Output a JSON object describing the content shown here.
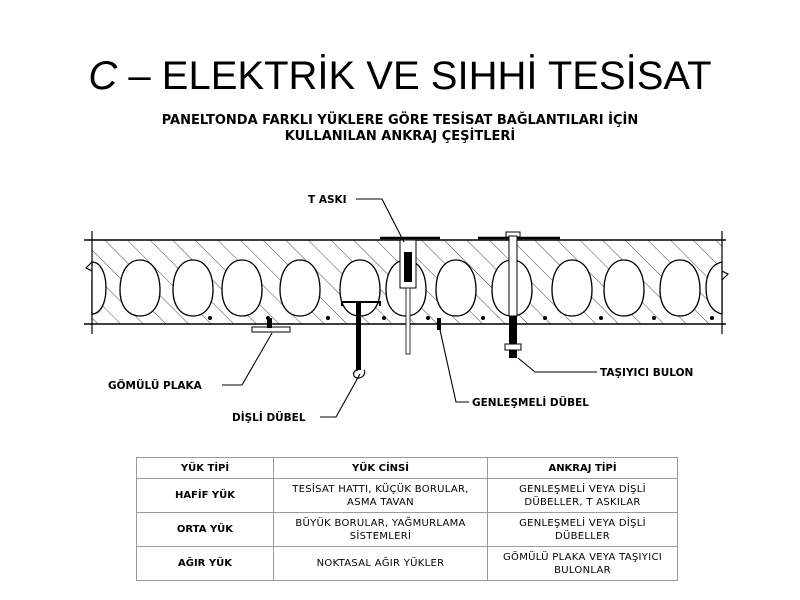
{
  "title": {
    "letter": "C",
    "rest": " – ELEKTRİK VE SIHHİ TESİSAT"
  },
  "subtitle": {
    "line1": "PANELTONDA FARKLI YÜKLERE GÖRE TESİSAT BAĞLANTILARI İÇİN",
    "line2": "KULLANILAN ANKRAJ ÇEŞİTLERİ"
  },
  "labels": {
    "t_aski": "T ASKI",
    "tasiyici_bulon": "TAŞIYICI BULON",
    "gomulu_plaka": "GÖMÜLÜ PLAKA",
    "genlesmeli_dubel": "GENLEŞMELİ DÜBEL",
    "disli_dubel": "DİŞLİ DÜBEL"
  },
  "table": {
    "headers": [
      "YÜK TİPİ",
      "YÜK CİNSİ",
      "ANKRAJ TİPİ"
    ],
    "rows": [
      [
        "HAFİF YÜK",
        "TESİSAT HATTI, KÜÇÜK BORULAR, ASMA TAVAN",
        "GENLEŞMELİ VEYA DİŞLİ DÜBELLER, T ASKILAR"
      ],
      [
        "ORTA YÜK",
        "BÜYÜK BORULAR, YAĞMURLAMA SİSTEMLERİ",
        "GENLEŞMELİ VEYA DİŞLİ DÜBELLER"
      ],
      [
        "AĞIR YÜK",
        "NOKTASAL AĞIR YÜKLER",
        "GÖMÜLÜ PLAKA VEYA TAŞIYICI BULONLAR"
      ]
    ]
  },
  "colors": {
    "line": "#000000",
    "hatch": "#333333",
    "grid": "#9a9a9a"
  }
}
